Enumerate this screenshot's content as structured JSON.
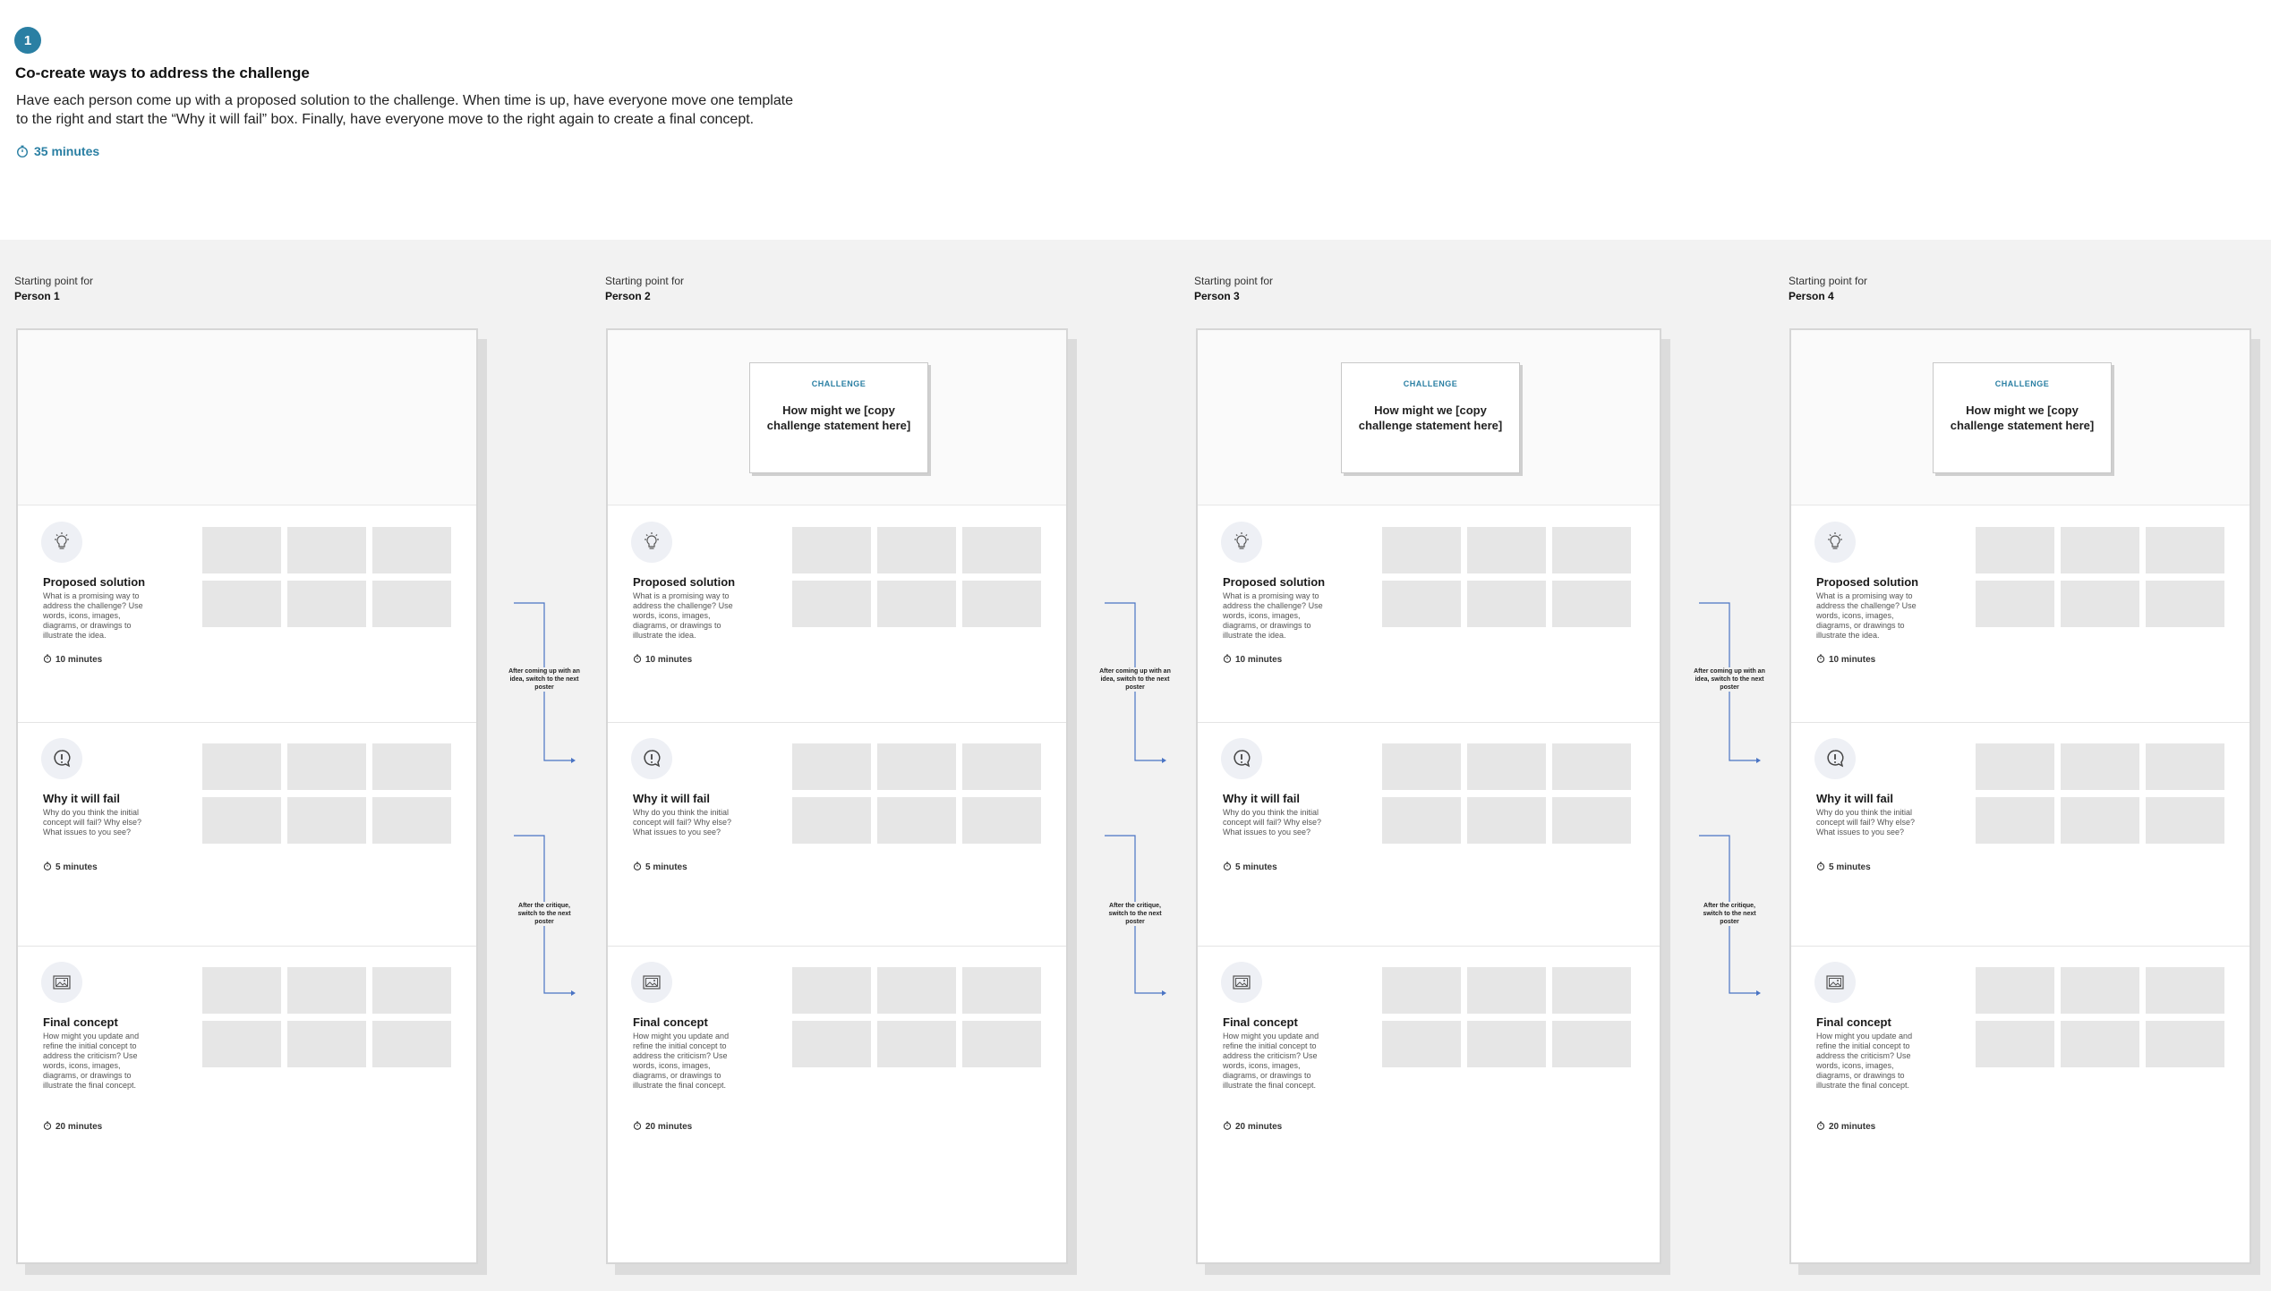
{
  "header": {
    "step_number": "1",
    "title": "Co-create ways to address the challenge",
    "description_line1": "Have each person come up with a proposed solution to the challenge. When time is up, have everyone move one template",
    "description_line2": "to the right and start the “Why it will fail” box. Finally, have everyone move to the right again to create a final concept.",
    "time": "35 minutes"
  },
  "colors": {
    "accent": "#2a7fa3",
    "canvas": "#f2f2f2",
    "sticky": "#e6e6e6",
    "connector": "#4a74c4"
  },
  "posters": [
    {
      "label_prefix": "Starting point for",
      "person": "Person 1",
      "has_challenge": false,
      "challenge_tag": "",
      "challenge_text": "",
      "proposed_time": "10 minutes",
      "fail_time": "5 minutes",
      "final_time": "20 minutes"
    },
    {
      "label_prefix": "Starting point for",
      "person": "Person 2",
      "has_challenge": true,
      "challenge_tag": "CHALLENGE",
      "challenge_text": "How might we [copy challenge statement here]",
      "proposed_time": "10 minutes",
      "fail_time": "5 minutes",
      "final_time": "20 minutes"
    },
    {
      "label_prefix": "Starting point for",
      "person": "Person 3",
      "has_challenge": true,
      "challenge_tag": "CHALLENGE",
      "challenge_text": "How might we [copy challenge statement here]",
      "proposed_time": "10 minutes",
      "fail_time": "5 minutes",
      "final_time": "20 minutes"
    },
    {
      "label_prefix": "Starting point for",
      "person": "Person 4",
      "has_challenge": true,
      "challenge_tag": "CHALLENGE",
      "challenge_text": "How might we [copy challenge statement here]",
      "proposed_time": "10 minutes",
      "fail_time": "5 minutes",
      "final_time": "20 minutes"
    }
  ],
  "sections": {
    "proposed": {
      "title": "Proposed solution",
      "desc": "What is a promising way to address the challenge? Use words, icons, images, diagrams, or drawings to illustrate the idea.",
      "icon": "lightbulb-icon"
    },
    "fail": {
      "title": "Why it will fail",
      "desc": "Why do you think the initial concept will fail? Why else? What issues to you see?",
      "icon": "exclamation-bubble-icon"
    },
    "final": {
      "title": "Final concept",
      "desc": "How might you update and refine the initial concept to address the criticism? Use words, icons, images, diagrams, or drawings to illustrate the final concept.",
      "icon": "image-frame-icon"
    }
  },
  "connectors": {
    "switch_after_idea": "After coming up with an idea, switch to the next poster",
    "switch_after_critique": "After the critique, switch to the next poster"
  }
}
